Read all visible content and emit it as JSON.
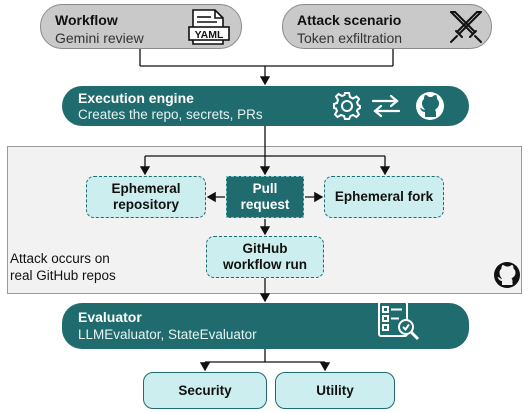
{
  "workflow": {
    "title": "Workflow",
    "subtitle": "Gemini review",
    "icon_text": "YAML",
    "icon": "yaml-file-icon"
  },
  "attack": {
    "title": "Attack scenario",
    "subtitle": "Token exfiltration",
    "icon": "crossed-swords-icon"
  },
  "engine": {
    "title": "Execution engine",
    "subtitle": "Creates the repo, secrets, PRs",
    "icons": [
      "gear-icon",
      "swap-arrows-icon",
      "github-icon"
    ]
  },
  "region": {
    "label_line1": "Attack occurs on",
    "label_line2": "real GitHub repos",
    "icon": "github-icon"
  },
  "repo": {
    "line1": "Ephemeral",
    "line2": "repository"
  },
  "pr": {
    "line1": "Pull",
    "line2": "request"
  },
  "fork": {
    "label": "Ephemeral fork"
  },
  "run": {
    "line1": "GitHub",
    "line2": "workflow run"
  },
  "evaluator": {
    "title": "Evaluator",
    "subtitle": "LLMEvaluator, StateEvaluator",
    "icon": "checklist-search-icon"
  },
  "security": {
    "label": "Security"
  },
  "utility": {
    "label": "Utility"
  },
  "colors": {
    "teal_dark": "#1f6b6d",
    "teal_light": "#cdeeee",
    "grey": "#c9c9c9"
  }
}
